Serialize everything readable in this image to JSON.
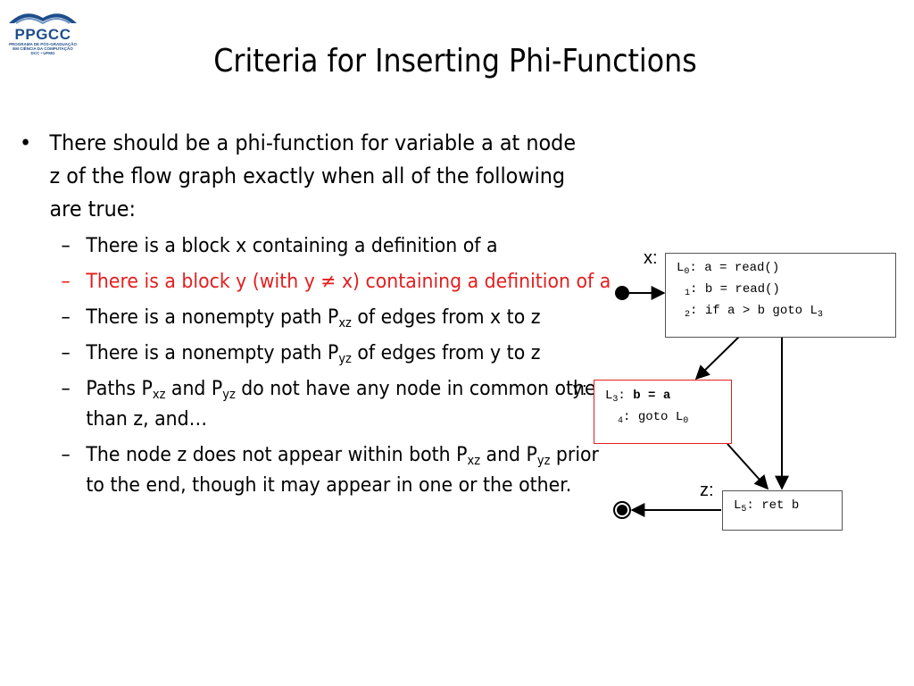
{
  "logo": {
    "name": "PPGCC",
    "sub1": "PROGRAMA DE PÓS-GRADUAÇÃO",
    "sub2": "EM CIÊNCIA DA COMPUTAÇÃO",
    "sub3": "DCC • UFMG"
  },
  "slide": {
    "title": "Criteria for Inserting Phi-Functions",
    "bullet": "There should be a phi-function for variable a at node z of the flow graph exactly when all of the following are true:",
    "bullet_marker": "•",
    "dash": "–",
    "items": {
      "i1": "There is a block x containing a definition of a",
      "i2": "There is a block y (with y ≠ x) containing a definition of a",
      "i3_a": "There is a nonempty path P",
      "i3_sub": "xz",
      "i3_b": " of edges from x to z",
      "i4_a": "There is a nonempty path P",
      "i4_sub": "yz",
      "i4_b": " of edges from y to z",
      "i5_a": "Paths P",
      "i5_sub1": "xz",
      "i5_b": " and P",
      "i5_sub2": "yz",
      "i5_c": " do not have any node in common other than z, and…",
      "i6_a": "The node z does not appear within both P",
      "i6_sub1": "xz",
      "i6_b": " and P",
      "i6_sub2": "yz",
      "i6_c": " prior to the end, though it may appear in one or the other."
    }
  },
  "diagram": {
    "label_x": "x:",
    "label_y": "y:",
    "label_z": "z:",
    "box_x": {
      "l0_L": "L",
      "l0_n": "0",
      "l0_code": ": a = read()",
      "l1_n": "1",
      "l1_code": ": b = read()",
      "l2_n": "2",
      "l2_code": ": if a > b goto L",
      "l2_tn": "3"
    },
    "box_y": {
      "l0_L": "L",
      "l0_n": "3",
      "l0_colon": ": ",
      "l0_code": "b = a",
      "l1_n": "4",
      "l1_code": ": goto L",
      "l1_tn": "0"
    },
    "box_z": {
      "l0_L": "L",
      "l0_n": "5",
      "l0_code": ": ret b"
    },
    "colors": {
      "red": "#e41e1e",
      "border": "#555555"
    }
  }
}
